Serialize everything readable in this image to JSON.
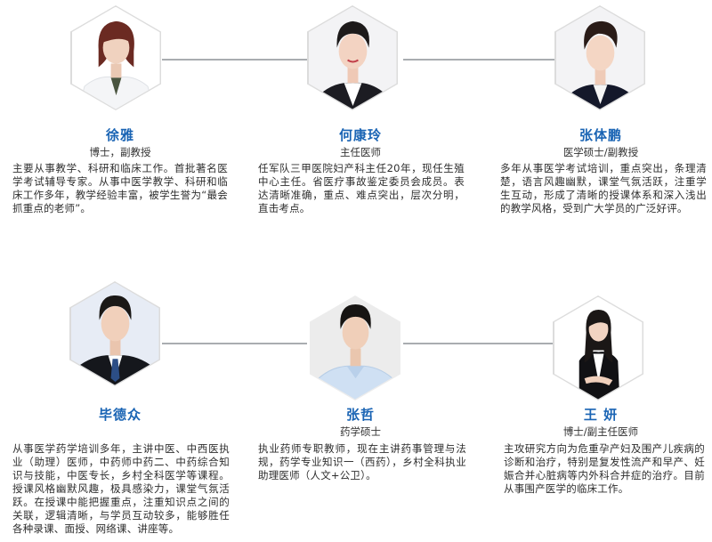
{
  "colors": {
    "name_blue": "#1a64b4",
    "connector_grey": "#a9adb0",
    "body_text": "#2e2e2e"
  },
  "rows": [
    {
      "teachers": [
        {
          "name": "徐雅",
          "title": "博士，副教授",
          "bio": "主要从事教学、科研和临床工作。首批著名医学考试辅导专家。从事中医学教学、科研和临床工作多年，教学经验丰富，被学生誉为“最会抓重点的老师”。",
          "photo_icon": "portrait-woman-white-coat"
        },
        {
          "name": "何康玲",
          "title": "主任医师",
          "bio": "任军队三甲医院妇产科主任20年，现任生殖中心主任。省医疗事故鉴定委员会成员。表达清晰准确，重点、难点突出，层次分明，直击考点。",
          "photo_icon": "portrait-woman-suit"
        },
        {
          "name": "张体鹏",
          "title": "医学硕士/副教授",
          "bio": "多年从事医学考试培训，重点突出，条理清楚，语言风趣幽默，课堂气氛活跃，注重学生互动，形成了清晰的授课体系和深入浅出的教学风格，受到广大学员的广泛好评。",
          "photo_icon": "portrait-man-suit"
        }
      ]
    },
    {
      "teachers": [
        {
          "name": "毕德众",
          "title": "",
          "bio": "从事医学药学培训多年，主讲中医、中西医执业（助理）医师，中药师中药二、中药综合知识与技能，中医专长，乡村全科医学等课程。授课风格幽默风趣，极具感染力，课堂气氛活跃。在授课中能把握重点，注重知识点之间的关联，逻辑清晰，与学员互动较多，能够胜任各种录课、面授、网络课、讲座等。",
          "photo_icon": "portrait-man-suit-tie"
        },
        {
          "name": "张哲",
          "title": "药学硕士",
          "bio": "执业药师专职教师，现在主讲药事管理与法规，药学专业知识一（西药），乡村全科执业助理医师（人文+公卫）。",
          "photo_icon": "portrait-man-blue-shirt"
        },
        {
          "name": "王 妍",
          "title": "博士/副主任医师",
          "bio": "主攻研究方向为危重孕产妇及围产儿疾病的诊断和治疗，特别是复发性流产和早产、妊娠合并心脏病等内外科合并症的治疗。目前从事围产医学的临床工作。",
          "photo_icon": "portrait-woman-black-blazer"
        }
      ]
    }
  ]
}
